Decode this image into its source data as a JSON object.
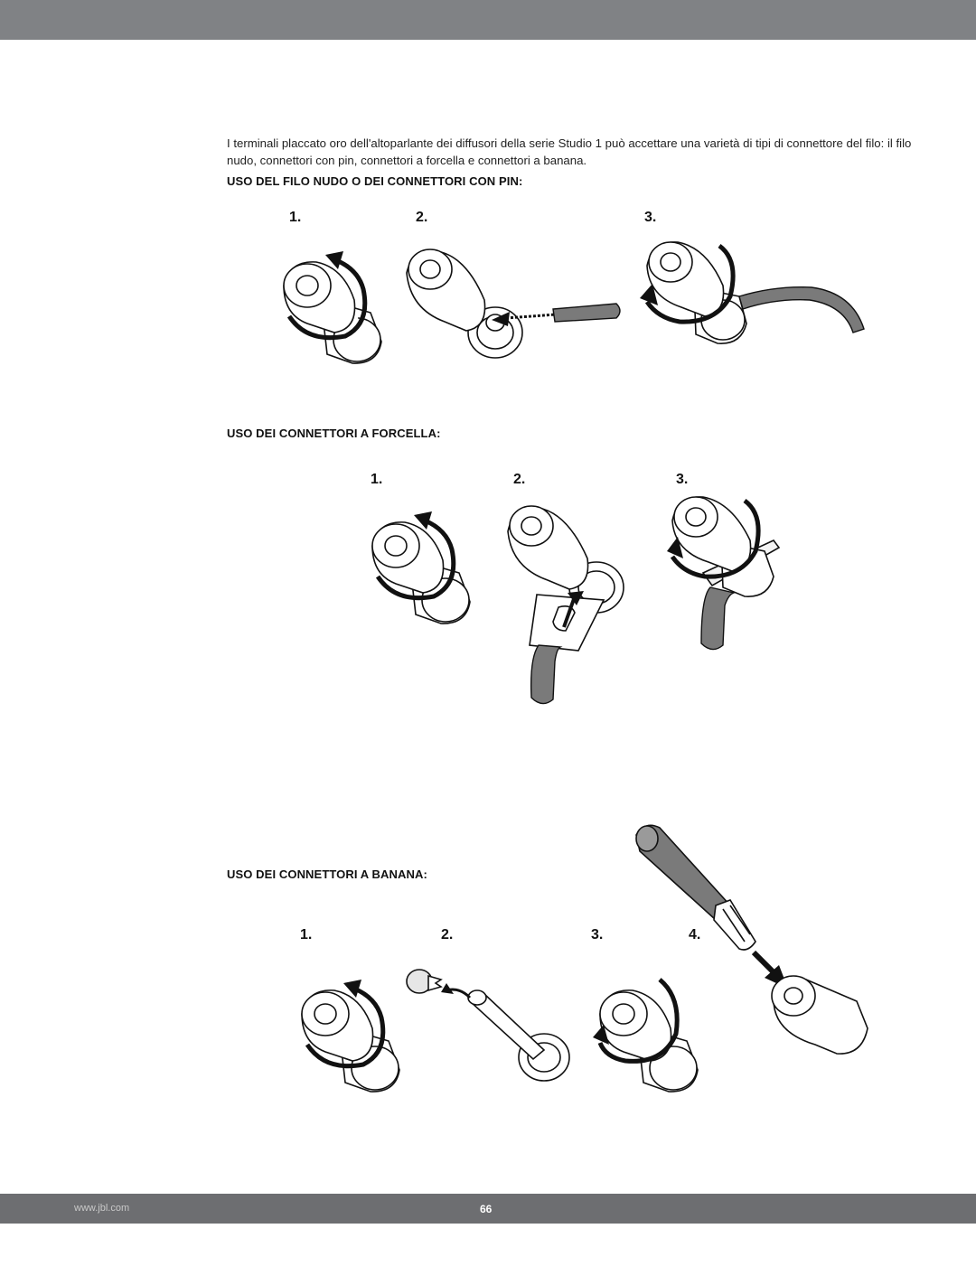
{
  "intro_text": "I terminali placcato oro dell'altoparlante dei diffusori della serie Studio 1 può accettare una varietà di tipi di connettore del filo: il filo nudo, connettori con pin, connettori a forcella e connettori a banana.",
  "sections": {
    "bare_wire": {
      "heading": "USO DEL FILO NUDO O DEI CONNETTORI CON PIN:",
      "steps": [
        "1.",
        "2.",
        "3."
      ]
    },
    "spade": {
      "heading": "USO DEI CONNETTORI A FORCELLA:",
      "steps": [
        "1.",
        "2.",
        "3."
      ]
    },
    "banana": {
      "heading": "USO DEI CONNETTORI A BANANA:",
      "steps": [
        "1.",
        "2.",
        "3.",
        "4."
      ]
    }
  },
  "footer": {
    "url": "www.jbl.com",
    "page_number": "66"
  },
  "colors": {
    "header_bar": "#808285",
    "footer_bar": "#6d6e71",
    "wire": "#7a7a7a"
  }
}
